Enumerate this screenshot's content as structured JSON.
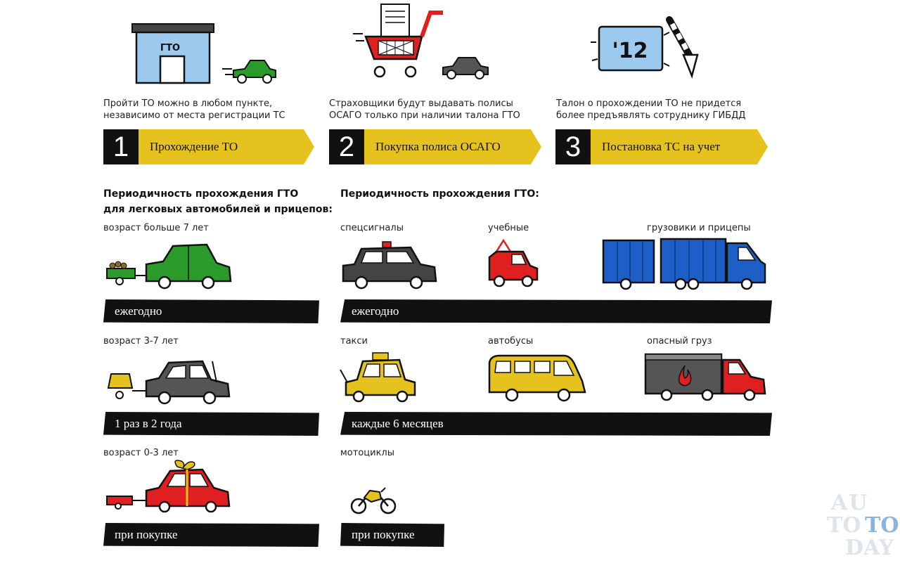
{
  "steps": [
    {
      "num": "1",
      "label": "Прохождение ТО",
      "desc": [
        "Пройти ТО можно в любом пункте,",
        "независимо от места регистрации ТС"
      ]
    },
    {
      "num": "2",
      "label": "Покупка полиса ОСАГО",
      "desc": [
        "Страховщики будут выдавать полисы",
        "ОСАГО только при наличии талона ГТО"
      ]
    },
    {
      "num": "3",
      "label": "Постановка ТС на учет",
      "desc": [
        "Талон о прохождении ТО не придется",
        "более предъявлять сотруднику ГИБДД"
      ]
    }
  ],
  "icons": {
    "gto_sign": "ГТО",
    "ticket_year": "'12"
  },
  "left": {
    "title": [
      "Периодичность прохождения ГТО",
      "для легковых автомобилей и прицепов:"
    ],
    "groups": [
      {
        "label": "возраст больше 7 лет",
        "period": "ежегодно"
      },
      {
        "label": "возраст 3-7 лет",
        "period": "1 раз в 2 года"
      },
      {
        "label": "возраст 0-3 лет",
        "period": "при покупке"
      }
    ]
  },
  "right": {
    "title": "Периодичность прохождения ГТО:",
    "row1": {
      "labels": [
        "спецсигналы",
        "учебные",
        "грузовики и прицепы"
      ],
      "period": "ежегодно"
    },
    "row2": {
      "labels": [
        "такси",
        "автобусы",
        "опасный груз"
      ],
      "period": "каждые 6 месяцев"
    },
    "row3": {
      "labels": [
        "мотоциклы"
      ],
      "period": "при покупке"
    }
  },
  "watermark": {
    "line1": "AU",
    "line2a": "TO",
    "line2b": "TO",
    "line3": "DAY"
  },
  "colors": {
    "yellow": "#e6c21e",
    "green": "#2a9a2a",
    "red": "#e02020",
    "blue": "#1e5fc7",
    "dark": "#444444"
  }
}
